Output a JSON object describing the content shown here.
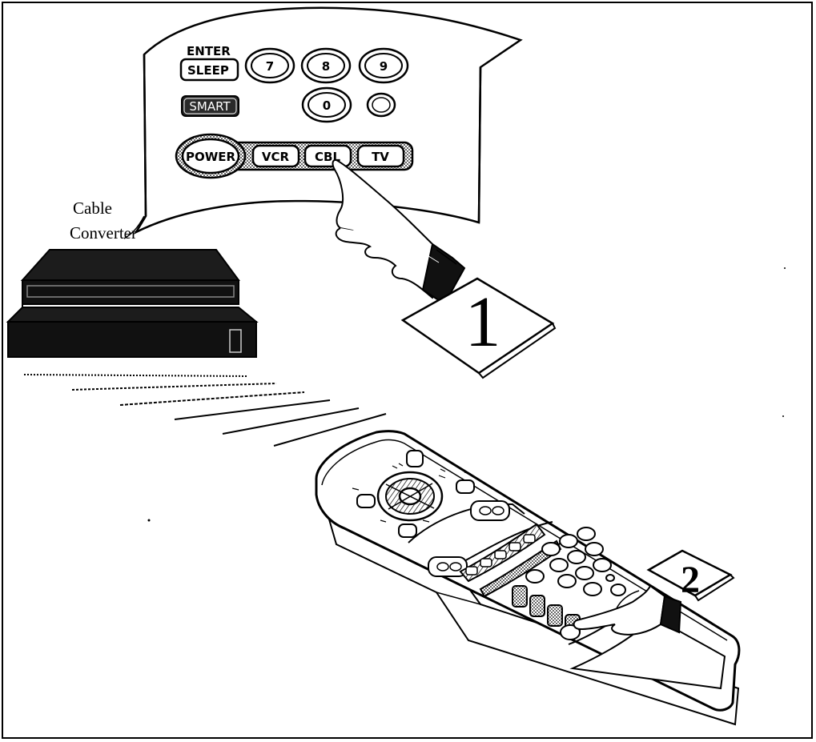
{
  "remote_closeup": {
    "enter_label": "ENTER",
    "sleep_label": "SLEEP",
    "smart_label": "SMART",
    "digit_7": "7",
    "digit_8": "8",
    "digit_9": "9",
    "digit_0": "0",
    "power_label": "POWER",
    "vcr_label": "VCR",
    "cbl_label": "CBL",
    "tv_label": "TV"
  },
  "callout": {
    "line1": "Cable",
    "line2": "Converter"
  },
  "steps": {
    "step1": "1",
    "step2": "2"
  },
  "icons": [
    "pointing-hand-icon",
    "cable-box-icon",
    "remote-control-icon",
    "ir-signal-icon"
  ],
  "colors": {
    "ink": "#000000",
    "paper": "#ffffff",
    "shade": "#2a2a2a"
  }
}
